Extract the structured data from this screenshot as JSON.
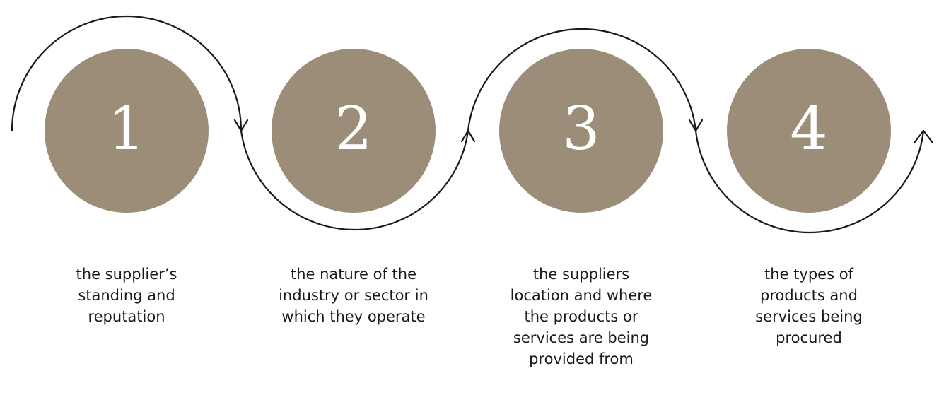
{
  "colors": {
    "circle_fill": "#9c8d79",
    "connector_stroke": "#1a1a1a",
    "number_text": "#ffffff",
    "caption_text": "#1a1a1a"
  },
  "connector": {
    "style": "wavy line with arrowheads weaving over and under the circles",
    "arrowhead_icon": "chevron-arrowhead-icon"
  },
  "steps": [
    {
      "number": "1",
      "caption": [
        "the supplier’s",
        "standing and",
        "reputation"
      ]
    },
    {
      "number": "2",
      "caption": [
        "the nature of the",
        "industry or sector in",
        "which they operate"
      ]
    },
    {
      "number": "3",
      "caption": [
        "the suppliers",
        "location and where",
        "the products or",
        "services are being",
        "provided from"
      ]
    },
    {
      "number": "4",
      "caption": [
        "the types of",
        "products and",
        "services being",
        "procured"
      ]
    }
  ]
}
